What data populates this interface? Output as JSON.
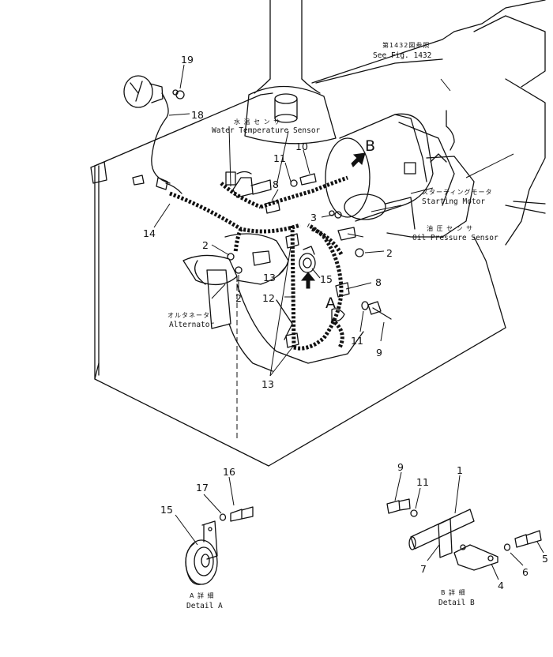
{
  "labels": {
    "see_fig_jp": "第1432図参照",
    "see_fig_en": "See Fig. 1432",
    "water_temp_jp": "水 温 セ ン サ",
    "water_temp_en": "Water Temperature Sensor",
    "starting_motor_jp": "スターティングモータ",
    "starting_motor_en": "Starting Motor",
    "oil_pressure_jp": "油 圧 セ ン サ",
    "oil_pressure_en": "Oil Pressure Sensor",
    "alternator_jp": "オルタネータ",
    "alternator_en": "Alternator",
    "detail_a_jp": "A 詳 細",
    "detail_a_en": "Detail A",
    "detail_b_jp": "B 詳 細",
    "detail_b_en": "Detail B",
    "view_a": "A",
    "view_b": "B"
  },
  "callouts": {
    "c19": "19",
    "c18": "18",
    "c10": "10",
    "c11a": "11",
    "c8a": "8",
    "c14": "14",
    "c3": "3",
    "c2a": "2",
    "c2b": "2",
    "c2c": "2",
    "c13a": "13",
    "c15a": "15",
    "c12": "12",
    "c8b": "8",
    "c11b": "11",
    "c9a": "9",
    "c13b": "13",
    "c16": "16",
    "c17": "17",
    "c15b": "15",
    "c9b": "9",
    "c11c": "11",
    "c1": "1",
    "c7": "7",
    "c4": "4",
    "c6": "6",
    "c5": "5"
  }
}
